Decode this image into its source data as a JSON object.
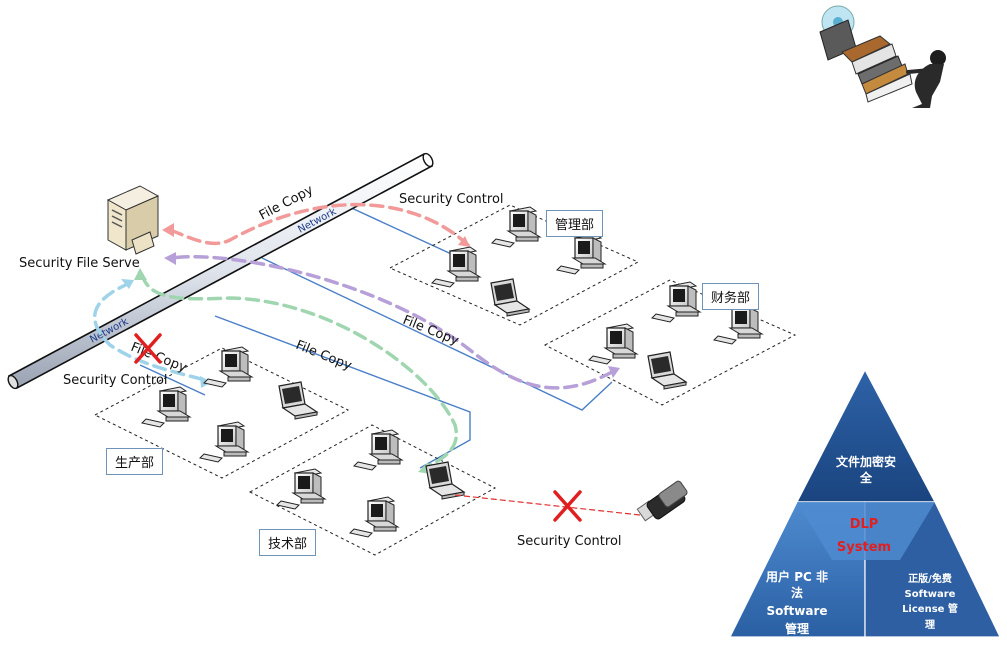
{
  "labels": {
    "server": "Security File Serve",
    "security_control_top": "Security Control",
    "security_control_left": "Security Control",
    "security_control_usb": "Security Control",
    "network_top": "Network",
    "network_left": "Network",
    "file_copy_top": "File Copy",
    "file_copy_mid": "File Copy",
    "file_copy_left": "File Copy",
    "file_copy_purple": "File Copy"
  },
  "departments": {
    "management": "管理部",
    "finance": "财务部",
    "production": "生产部",
    "technology": "技术部"
  },
  "pyramid": {
    "top_line1": "文件加密安",
    "top_line2": "全",
    "center_line1": "DLP",
    "center_line2": "System",
    "left_line1": "用户 PC 非",
    "left_line2": "法",
    "left_line3": "Software",
    "left_line4": "管理",
    "right_line1": "正版/免费",
    "right_line2": "Software",
    "right_line3": "License 管",
    "right_line4": "理"
  },
  "colors": {
    "flow_red": "#f29a9a",
    "flow_purple": "#b7a0d8",
    "flow_green": "#9fd6b0",
    "flow_cyan": "#9fd3ea",
    "link_blue": "#4a7fc8",
    "usb_link": "#e03030",
    "block_mark": "#e02020",
    "pyramid_dark": "#1d4d8e",
    "pyramid_light": "#3f78be"
  }
}
